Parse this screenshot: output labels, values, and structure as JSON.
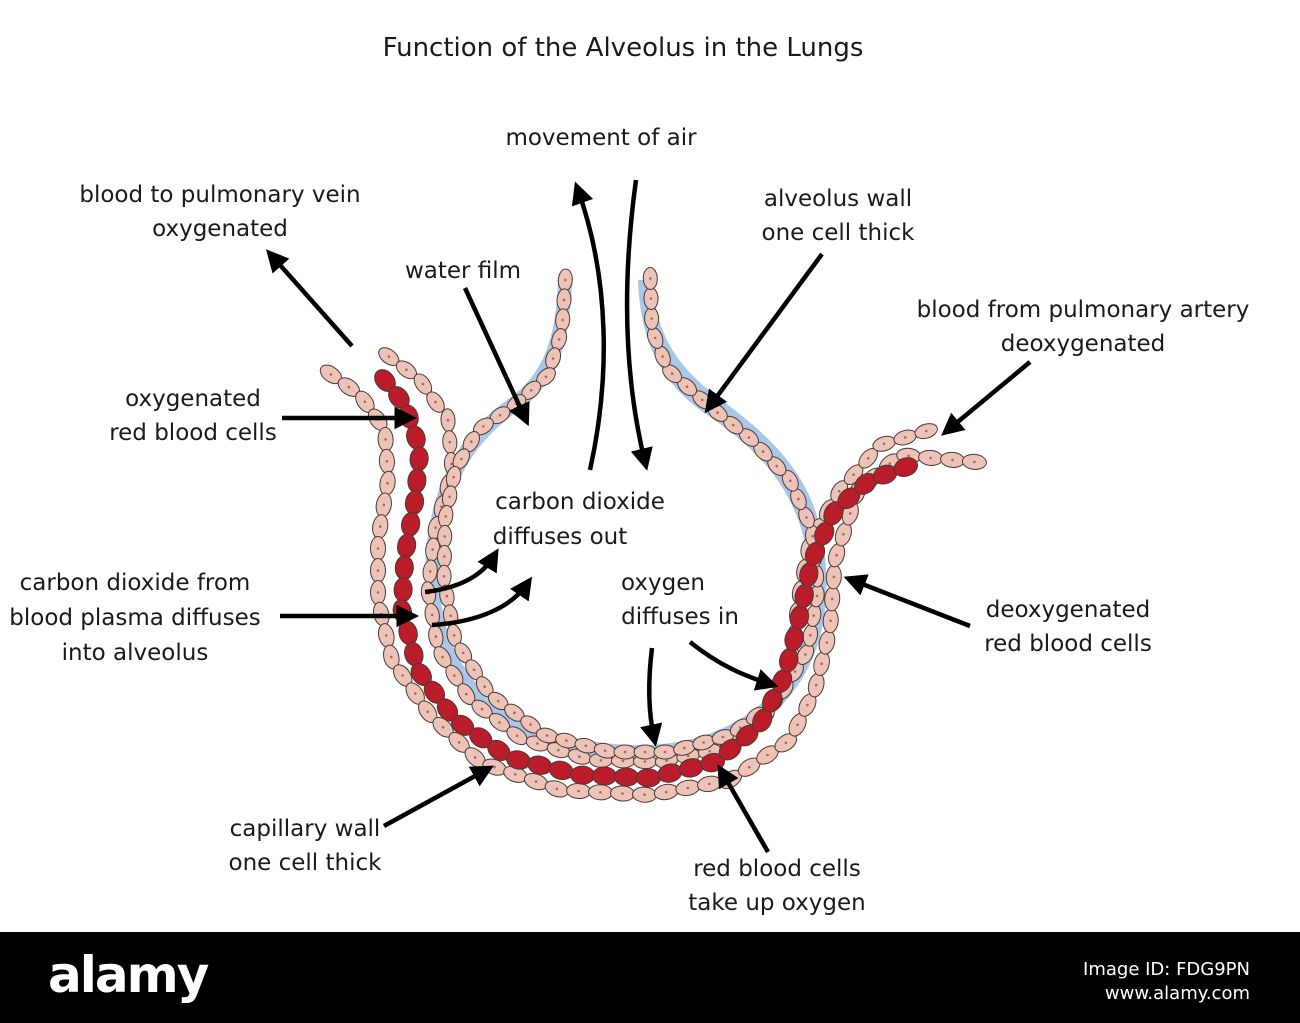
{
  "title": "Function of the Alveolus in the Lungs",
  "labels": {
    "movement_of_air": "movement of air",
    "pulmonary_vein_1": "blood to pulmonary vein",
    "pulmonary_vein_2": "oxygenated",
    "alveolus_wall_1": "alveolus wall",
    "alveolus_wall_2": "one cell thick",
    "water_film": "water film",
    "pulmonary_artery_1": "blood from pulmonary artery",
    "pulmonary_artery_2": "deoxygenated",
    "oxy_rbc_1": "oxygenated",
    "oxy_rbc_2": "red blood cells",
    "co2_out_1": "carbon dioxide",
    "co2_out_2": "diffuses out",
    "co2_plasma_1": "carbon dioxide from",
    "co2_plasma_2": "blood plasma diffuses",
    "co2_plasma_3": "into alveolus",
    "oxygen_in_1": "oxygen",
    "oxygen_in_2": "diffuses in",
    "deoxy_rbc_1": "deoxygenated",
    "deoxy_rbc_2": "red blood cells",
    "capillary_wall_1": "capillary wall",
    "capillary_wall_2": "one cell thick",
    "rbc_oxygen_1": "red blood cells",
    "rbc_oxygen_2": "take up oxygen"
  },
  "footer": {
    "brand": "alamy",
    "image_id_1": "Image ID: FDG9PN",
    "image_id_2": "www.alamy.com"
  },
  "colors": {
    "water_film": "#a9c7e8",
    "epithelial_cell": "#eec3b7",
    "cell_outline": "#4a3a36",
    "red_blood_cell": "#bb1c2a",
    "arrow": "#000000"
  }
}
